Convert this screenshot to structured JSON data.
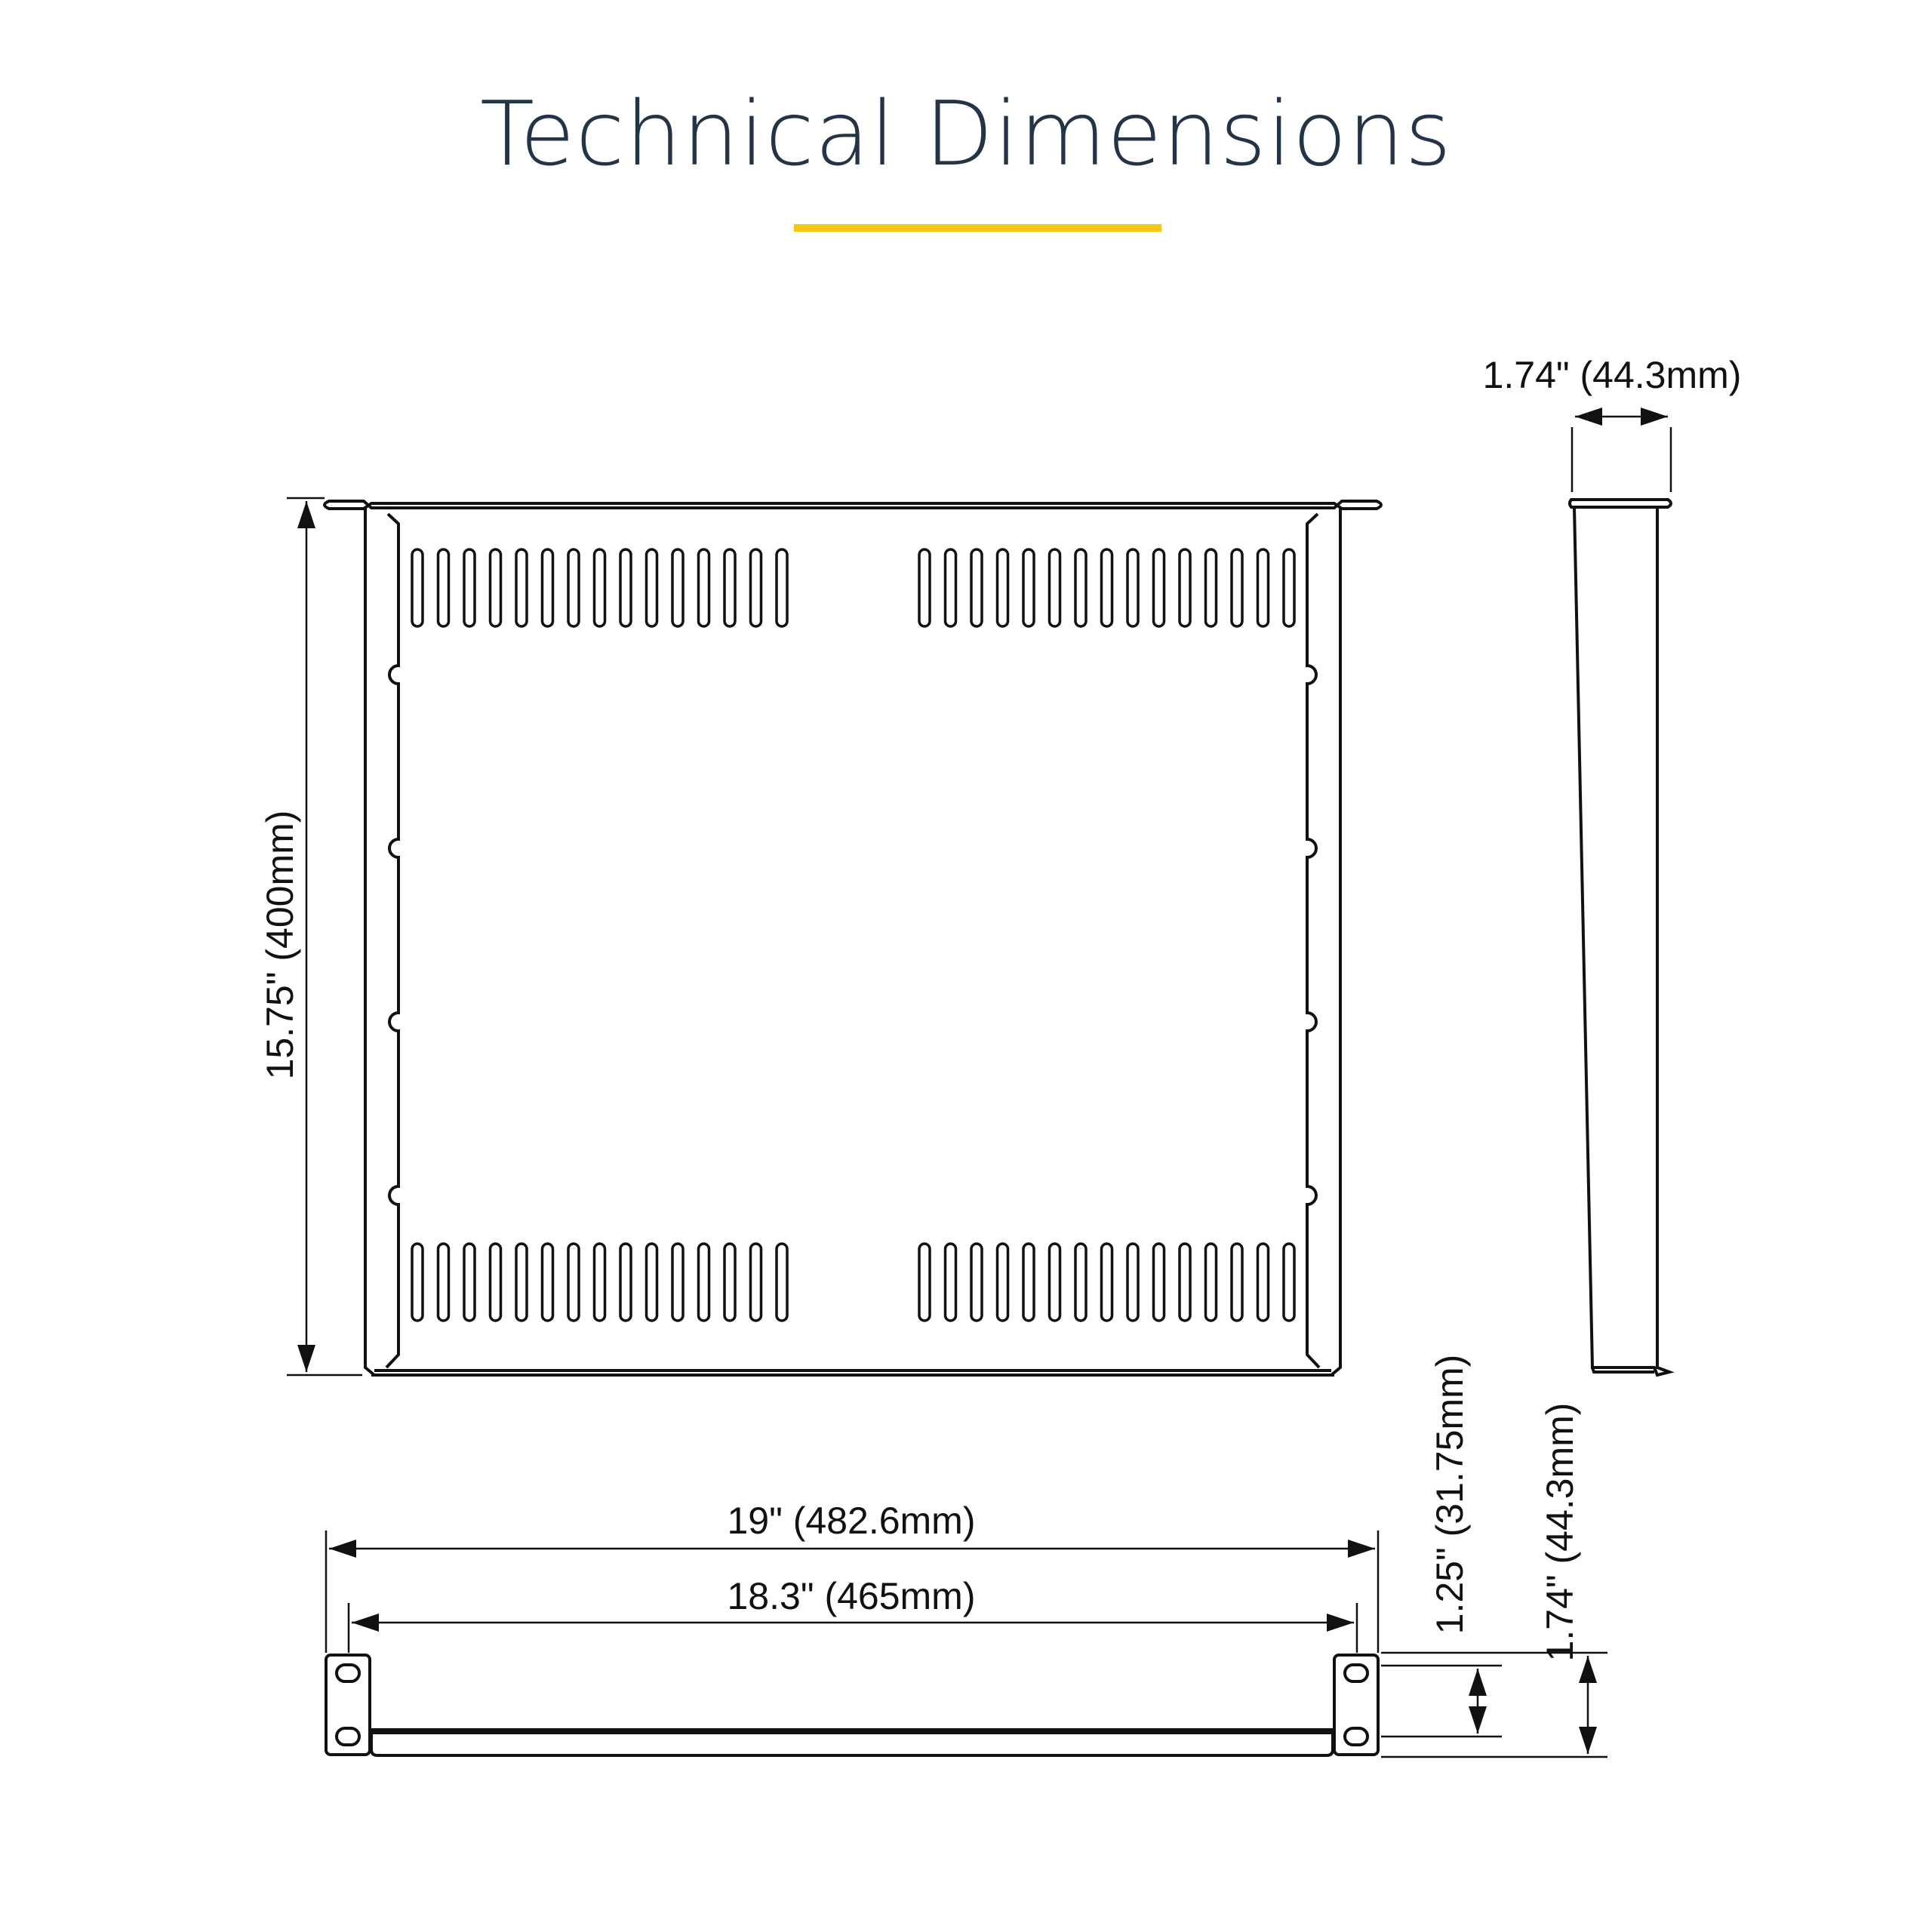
{
  "title": "Technical Dimensions",
  "colors": {
    "accent": "#F5C518",
    "title": "#243447",
    "line": "#111111"
  },
  "dimensions": {
    "depth": "15.75\" (400mm)",
    "side_width": "1.74\" (44.3mm)",
    "overall_width": "19\" (482.6mm)",
    "inner_width": "18.3\" (465mm)",
    "ear_height": "1.25\" (31.75mm)",
    "overall_height": "1.74\" (44.3mm)"
  }
}
